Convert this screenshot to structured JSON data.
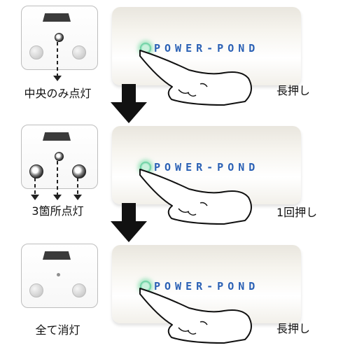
{
  "steps": [
    {
      "caption": "中央のみ点灯",
      "action": "長押し",
      "device_brand": "POWER-POND",
      "leds": {
        "left": "off",
        "center": "on",
        "right": "off"
      }
    },
    {
      "caption": "3箇所点灯",
      "action": "1回押し",
      "device_brand": "POWER-POND",
      "leds": {
        "left": "on",
        "center": "on",
        "right": "on"
      }
    },
    {
      "caption": "全て消灯",
      "action": "長押し",
      "device_brand": "POWER-POND",
      "leds": {
        "left": "off",
        "center": "off",
        "right": "off"
      }
    }
  ],
  "colors": {
    "brand_text": "#2b61b5",
    "button_glow": "#54c994",
    "arrow": "#111111"
  },
  "icons": {
    "big_arrow": "down-arrow-icon",
    "hand": "pointing-hand-icon"
  }
}
